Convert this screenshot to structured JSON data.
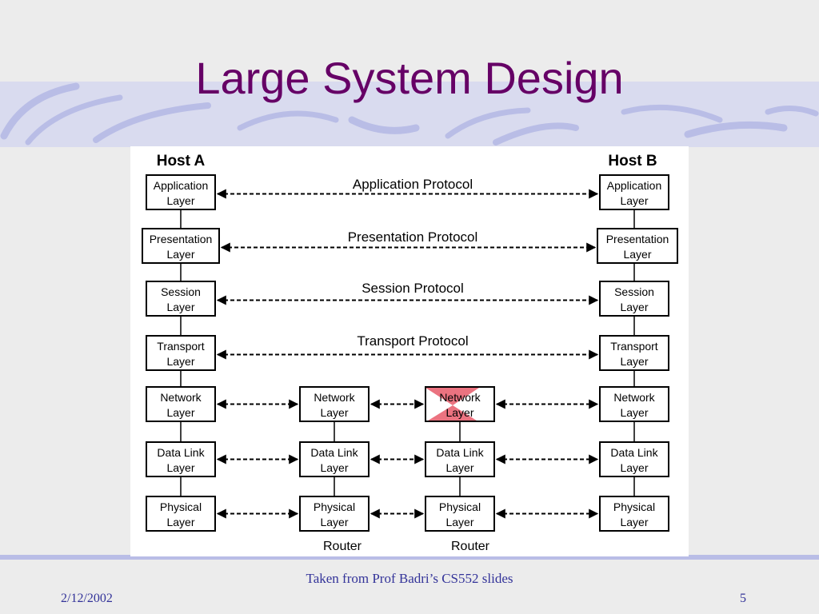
{
  "slide": {
    "title": "Large System Design",
    "source": "Taken from Prof Badri’s CS552 slides",
    "date": "2/12/2002",
    "page_number": "5"
  },
  "colors": {
    "title": "#660066",
    "footer": "#333399",
    "swoosh": "#b9bde6",
    "router_mark": "#e85a6a"
  },
  "diagram": {
    "host_a": "Host A",
    "host_b": "Host B",
    "router_labels": [
      "Router",
      "Router"
    ],
    "layers": [
      {
        "line1": "Application",
        "line2": "Layer"
      },
      {
        "line1": "Presentation",
        "line2": "Layer"
      },
      {
        "line1": "Session",
        "line2": "Layer"
      },
      {
        "line1": "Transport",
        "line2": "Layer"
      },
      {
        "line1": "Network",
        "line2": "Layer"
      },
      {
        "line1": "Data Link",
        "line2": "Layer"
      },
      {
        "line1": "Physical",
        "line2": "Layer"
      }
    ],
    "protocols": [
      "Application Protocol",
      "Presentation Protocol",
      "Session Protocol",
      "Transport Protocol"
    ]
  }
}
